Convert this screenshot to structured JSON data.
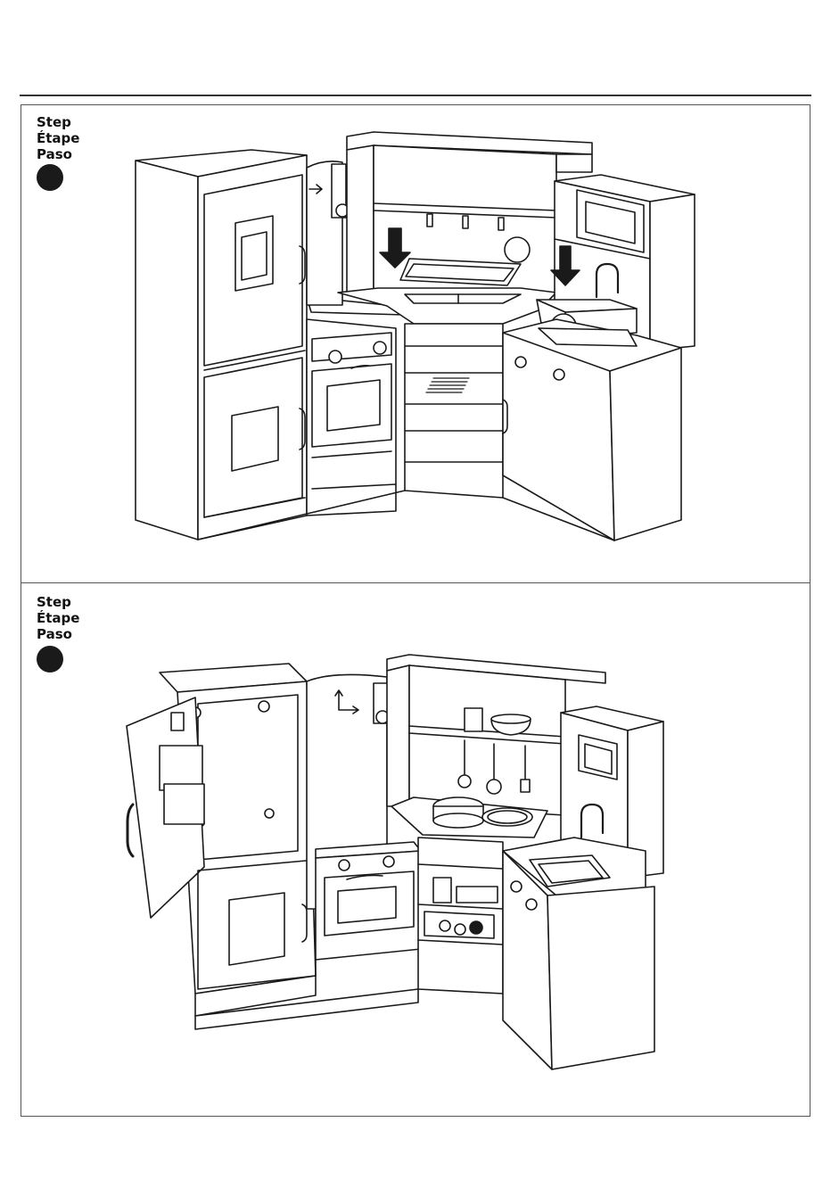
{
  "steps": [
    {
      "label_en": "Step",
      "label_fr": "Étape",
      "label_es": "Paso"
    },
    {
      "label_en": "Step",
      "label_fr": "Étape",
      "label_es": "Paso"
    }
  ],
  "colors": {
    "line": "#1a1a1a",
    "step_badge": "#1a1a1a"
  },
  "icons": [
    "step-number-badge",
    "down-arrow-icon",
    "right-arrow-icon",
    "up-right-arrow-icon"
  ]
}
